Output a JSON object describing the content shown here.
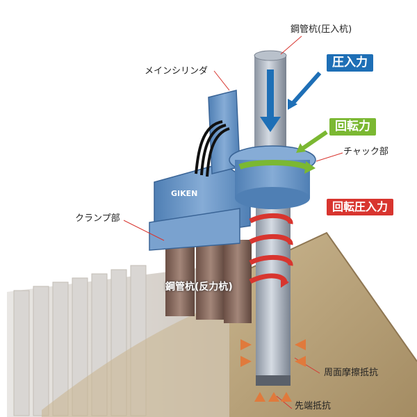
{
  "labels": {
    "steel_pipe_pile": "鋼管杭(圧入杭)",
    "main_cylinder": "メインシリンダ",
    "chuck": "チャック部",
    "clamp": "クランプ部",
    "reaction_pile": "鋼管杭(反力杭)",
    "skin_friction": "周面摩擦抵抗",
    "tip_resistance": "先端抵抗"
  },
  "forces": {
    "press_in": "圧入力",
    "rotation": "回転力",
    "rotary_press_in": "回転圧入力"
  },
  "logo": "GIKEN",
  "colors": {
    "blue": "#1e6fb6",
    "green": "#7bb832",
    "red": "#d8352f",
    "machine": "#5f8fc2",
    "soil": "#b8a078"
  }
}
